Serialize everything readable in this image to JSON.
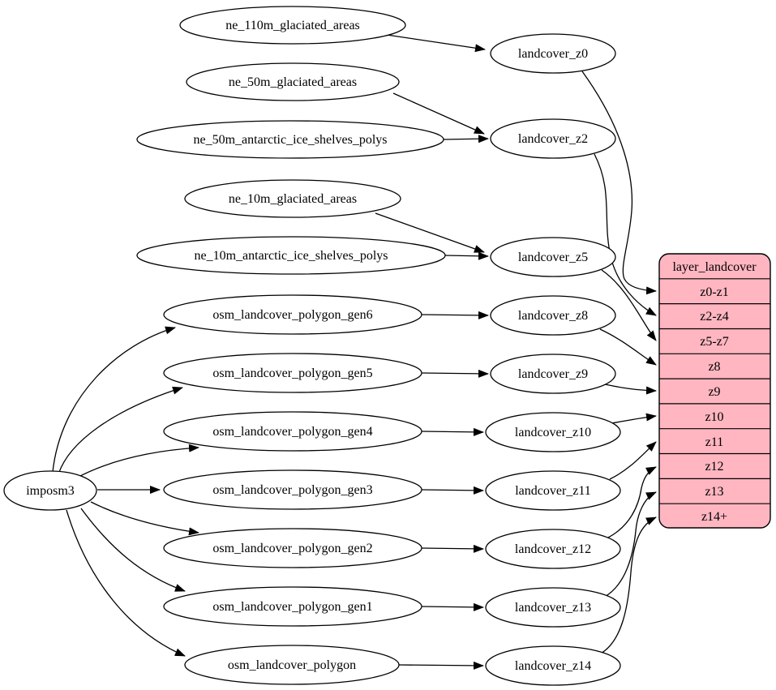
{
  "colors": {
    "layer_fill": "#ffb6c1",
    "node_fill": "#ffffff",
    "stroke": "#000000",
    "text": "#000000",
    "background": "#ffffff"
  },
  "graph": {
    "importer_label": "imposm3",
    "sources": [
      "ne_110m_glaciated_areas",
      "ne_50m_glaciated_areas",
      "ne_50m_antarctic_ice_shelves_polys",
      "ne_10m_glaciated_areas",
      "ne_10m_antarctic_ice_shelves_polys",
      "osm_landcover_polygon_gen6",
      "osm_landcover_polygon_gen5",
      "osm_landcover_polygon_gen4",
      "osm_landcover_polygon_gen3",
      "osm_landcover_polygon_gen2",
      "osm_landcover_polygon_gen1",
      "osm_landcover_polygon"
    ],
    "intermediates": [
      "landcover_z0",
      "landcover_z2",
      "landcover_z5",
      "landcover_z8",
      "landcover_z9",
      "landcover_z10",
      "landcover_z11",
      "landcover_z12",
      "landcover_z13",
      "landcover_z14"
    ],
    "layer_table": {
      "title": "layer_landcover",
      "rows": [
        "z0-z1",
        "z2-z4",
        "z5-z7",
        "z8",
        "z9",
        "z10",
        "z11",
        "z12",
        "z13",
        "z14+"
      ]
    },
    "edges": [
      {
        "from": "imposm3",
        "to": "osm_landcover_polygon_gen6"
      },
      {
        "from": "imposm3",
        "to": "osm_landcover_polygon_gen5"
      },
      {
        "from": "imposm3",
        "to": "osm_landcover_polygon_gen4"
      },
      {
        "from": "imposm3",
        "to": "osm_landcover_polygon_gen3"
      },
      {
        "from": "imposm3",
        "to": "osm_landcover_polygon_gen2"
      },
      {
        "from": "imposm3",
        "to": "osm_landcover_polygon_gen1"
      },
      {
        "from": "imposm3",
        "to": "osm_landcover_polygon"
      },
      {
        "from": "ne_110m_glaciated_areas",
        "to": "landcover_z0"
      },
      {
        "from": "ne_50m_glaciated_areas",
        "to": "landcover_z2"
      },
      {
        "from": "ne_50m_antarctic_ice_shelves_polys",
        "to": "landcover_z2"
      },
      {
        "from": "ne_10m_glaciated_areas",
        "to": "landcover_z5"
      },
      {
        "from": "ne_10m_antarctic_ice_shelves_polys",
        "to": "landcover_z5"
      },
      {
        "from": "osm_landcover_polygon_gen6",
        "to": "landcover_z8"
      },
      {
        "from": "osm_landcover_polygon_gen5",
        "to": "landcover_z9"
      },
      {
        "from": "osm_landcover_polygon_gen4",
        "to": "landcover_z10"
      },
      {
        "from": "osm_landcover_polygon_gen3",
        "to": "landcover_z11"
      },
      {
        "from": "osm_landcover_polygon_gen2",
        "to": "landcover_z12"
      },
      {
        "from": "osm_landcover_polygon_gen1",
        "to": "landcover_z13"
      },
      {
        "from": "osm_landcover_polygon",
        "to": "landcover_z14"
      },
      {
        "from": "landcover_z0",
        "to": "layer_landcover:z0-z1"
      },
      {
        "from": "landcover_z2",
        "to": "layer_landcover:z2-z4"
      },
      {
        "from": "landcover_z5",
        "to": "layer_landcover:z5-z7"
      },
      {
        "from": "landcover_z8",
        "to": "layer_landcover:z8"
      },
      {
        "from": "landcover_z9",
        "to": "layer_landcover:z9"
      },
      {
        "from": "landcover_z10",
        "to": "layer_landcover:z10"
      },
      {
        "from": "landcover_z11",
        "to": "layer_landcover:z11"
      },
      {
        "from": "landcover_z12",
        "to": "layer_landcover:z12"
      },
      {
        "from": "landcover_z13",
        "to": "layer_landcover:z13"
      },
      {
        "from": "landcover_z14",
        "to": "layer_landcover:z14+"
      }
    ]
  }
}
